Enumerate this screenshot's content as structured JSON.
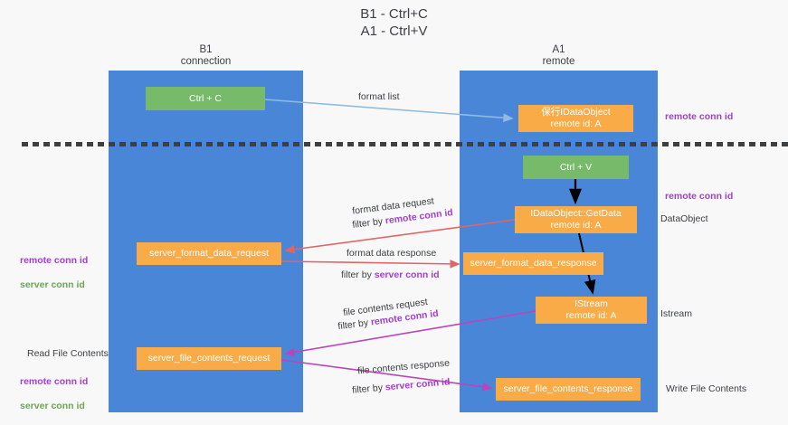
{
  "title": "B1 - Ctrl+C\nA1 - Ctrl+V",
  "columns": {
    "left": "B1\nconnection",
    "right": "A1\nremote"
  },
  "nodes": {
    "ctrl_c": "Ctrl + C",
    "idataobject": "保行IDataObject\nremote id: A",
    "ctrl_v": "Ctrl + V",
    "getdata": "IDataObject::GetData\nremote id: A",
    "server_format_data_request": "server_format_data_request",
    "server_format_data_response": "server_format_data_response",
    "istream": "IStream\nremote id: A",
    "server_file_contents_request": "server_file_contents_request",
    "server_file_contents_response": "server_file_contents_response"
  },
  "edges": {
    "format_list": "format list",
    "format_data_request": "format data request",
    "format_data_request_filter_prefix": "filter by ",
    "format_data_request_filter_key": "remote conn id",
    "format_data_response": "format data response",
    "format_data_response_filter_prefix": "filter by ",
    "format_data_response_filter_key": "server conn id",
    "file_contents_request": "file contents request",
    "file_contents_request_filter_prefix": "filter by ",
    "file_contents_request_filter_key": "remote conn id",
    "file_contents_response": "file contents response",
    "file_contents_response_filter_prefix": "filter by ",
    "file_contents_response_filter_key": "server conn id"
  },
  "annotations": {
    "right_remote_conn_id_top": "remote conn id",
    "right_remote_conn_id_mid": "remote conn id",
    "right_dataobject": "DataObject",
    "right_istream": "Istream",
    "right_write_file_contents": "Write File Contents",
    "left_remote_conn_id_top": "remote conn id",
    "left_server_conn_id_top": "server conn id",
    "left_read_file_contents": "Read File Contents",
    "left_remote_conn_id_bottom": "remote conn id",
    "left_server_conn_id_bottom": "server conn id"
  },
  "colors": {
    "lane_blue": "#4a86d8",
    "node_green": "#77bb6a",
    "node_orange": "#f9ab47",
    "accent_purple": "#a33fcf",
    "accent_green": "#6aa84f",
    "arrow_light_blue": "#8fbcdf",
    "arrow_red": "#e06666",
    "arrow_magenta": "#bb44bb",
    "arrow_black": "#000000",
    "background": "#f8f8f8"
  }
}
